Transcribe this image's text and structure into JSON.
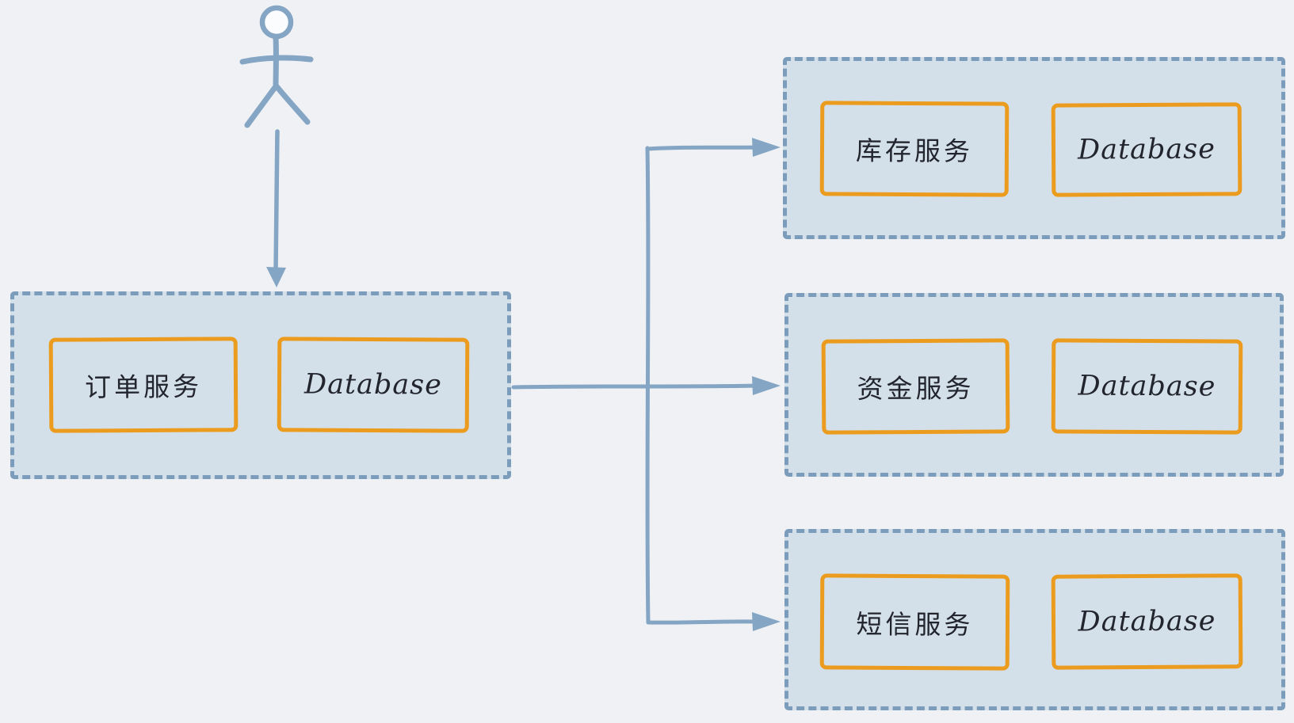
{
  "diagram": {
    "style": "hand-drawn-sketch",
    "background": "#f0f1f4",
    "colors": {
      "group_fill": "#d4e0e9",
      "group_border": "#7b9cbb",
      "node_border": "#eb9c1e",
      "connector": "#84a5c3",
      "text": "#22252e"
    },
    "actor": {
      "icon": "stick-figure"
    },
    "groups": [
      {
        "service": "订单服务",
        "database": "Database"
      },
      {
        "service": "库存服务",
        "database": "Database"
      },
      {
        "service": "资金服务",
        "database": "Database"
      },
      {
        "service": "短信服务",
        "database": "Database"
      }
    ],
    "connections": [
      {
        "from": "actor",
        "to": "订单服务"
      },
      {
        "from": "订单服务",
        "to": "库存服务"
      },
      {
        "from": "订单服务",
        "to": "资金服务"
      },
      {
        "from": "订单服务",
        "to": "短信服务"
      }
    ]
  }
}
